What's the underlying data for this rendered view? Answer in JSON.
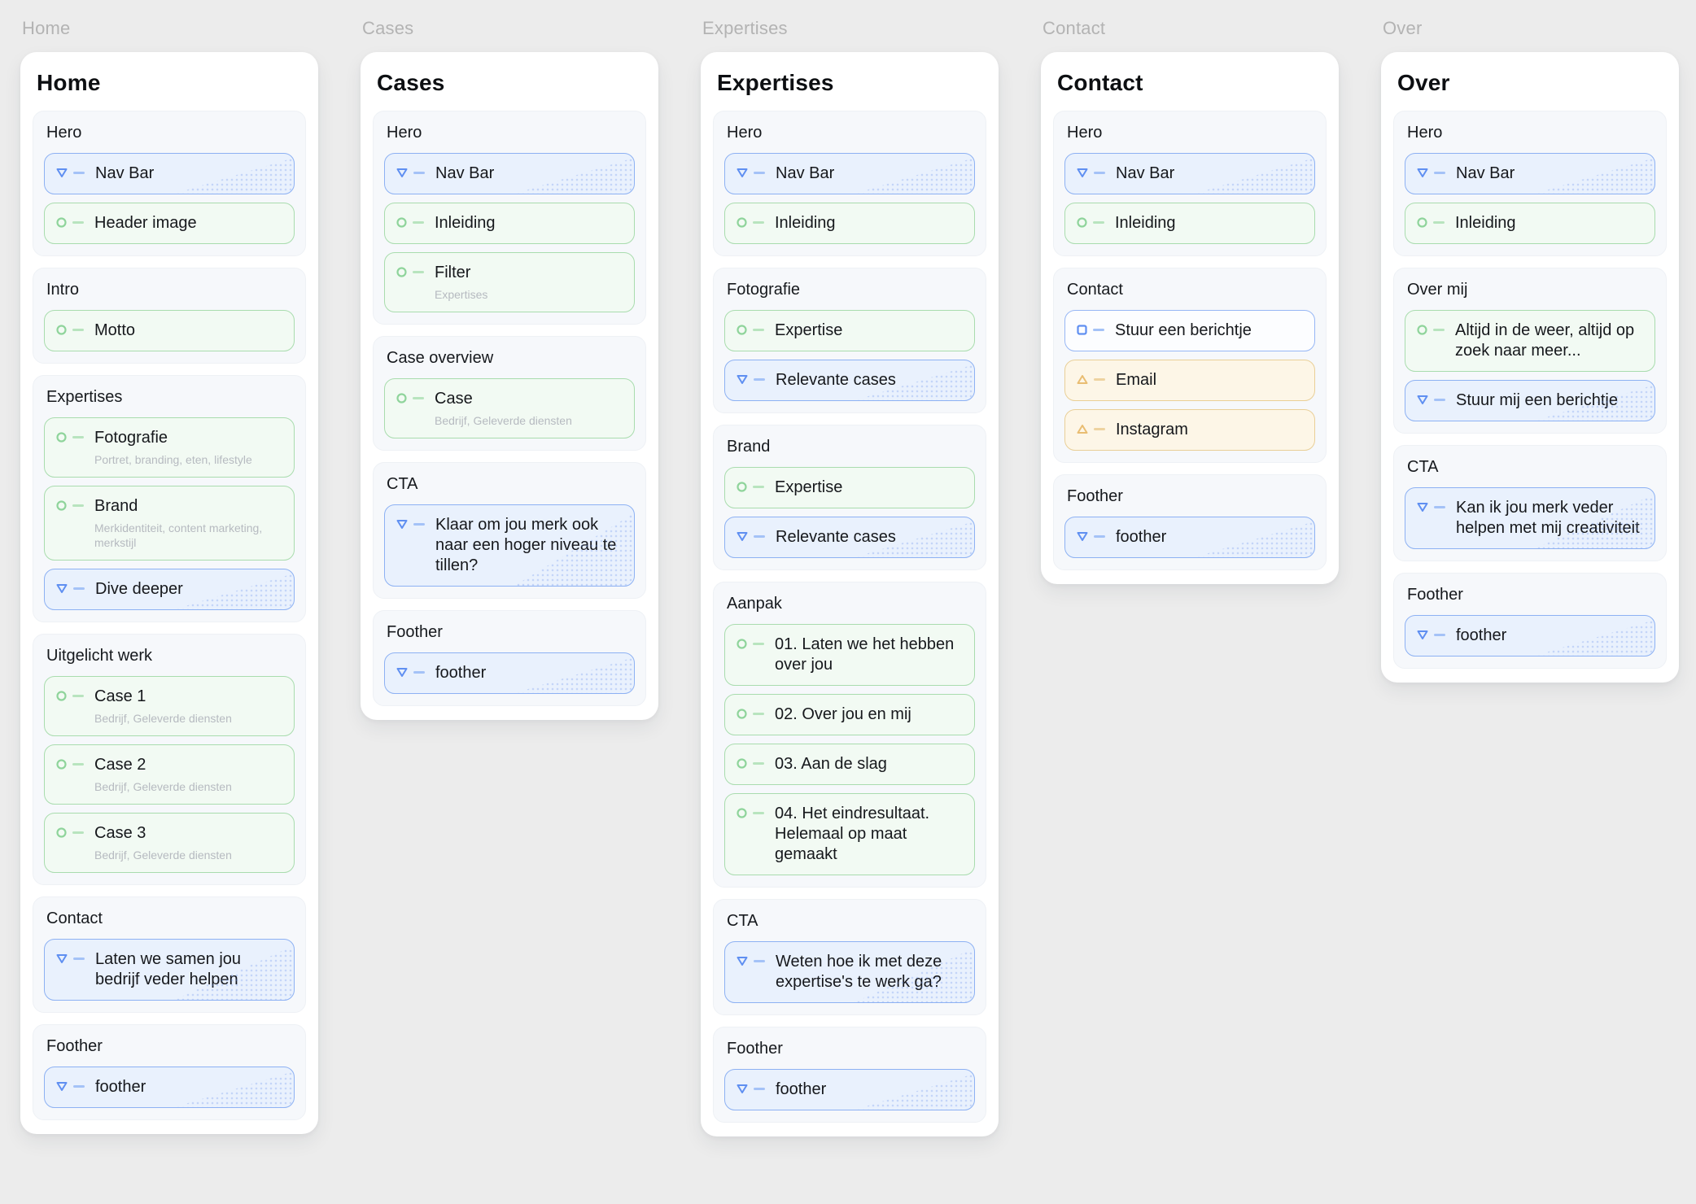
{
  "colors": {
    "page_background": "#ececec",
    "card_background": "#ffffff",
    "section_background": "#f6f8fb",
    "blue_border": "#8db1f3",
    "blue_fill": "#e9f1fd",
    "blue_icon": "#5f8ff1",
    "green_border": "#a9dcae",
    "green_fill": "#f2faf3",
    "green_icon": "#8fd49b",
    "orange_border": "#e9cf97",
    "orange_fill": "#fdf6e7",
    "orange_icon": "#e9bd72",
    "ghost_label_text": "#b3b3b3",
    "subtitle_text": "#b6bac0"
  },
  "columns": [
    {
      "id": "home",
      "ghost_label": "Home",
      "title": "Home",
      "sections": [
        {
          "label": "Hero",
          "items": [
            {
              "variant": "blue",
              "icon": "triangle-down",
              "text": "Nav Bar"
            },
            {
              "variant": "green",
              "icon": "circle",
              "text": "Header image"
            }
          ]
        },
        {
          "label": "Intro",
          "items": [
            {
              "variant": "green",
              "icon": "circle",
              "text": "Motto"
            }
          ]
        },
        {
          "label": "Expertises",
          "items": [
            {
              "variant": "green",
              "icon": "circle",
              "text": "Fotografie",
              "subtitle": "Portret, branding, eten, lifestyle"
            },
            {
              "variant": "green",
              "icon": "circle",
              "text": "Brand",
              "subtitle": "Merkidentiteit, content marketing, merkstijl"
            },
            {
              "variant": "blue",
              "icon": "triangle-down",
              "text": "Dive deeper"
            }
          ]
        },
        {
          "label": "Uitgelicht werk",
          "items": [
            {
              "variant": "green",
              "icon": "circle",
              "text": "Case 1",
              "subtitle": "Bedrijf, Geleverde diensten"
            },
            {
              "variant": "green",
              "icon": "circle",
              "text": "Case 2",
              "subtitle": "Bedrijf, Geleverde diensten"
            },
            {
              "variant": "green",
              "icon": "circle",
              "text": "Case 3",
              "subtitle": "Bedrijf, Geleverde diensten"
            }
          ]
        },
        {
          "label": "Contact",
          "items": [
            {
              "variant": "blue",
              "icon": "triangle-down",
              "text": "Laten we samen jou bedrijf veder helpen"
            }
          ]
        },
        {
          "label": "Foother",
          "items": [
            {
              "variant": "blue",
              "icon": "triangle-down",
              "text": "foother"
            }
          ]
        }
      ]
    },
    {
      "id": "cases",
      "ghost_label": "Cases",
      "title": "Cases",
      "sections": [
        {
          "label": "Hero",
          "items": [
            {
              "variant": "blue",
              "icon": "triangle-down",
              "text": "Nav Bar"
            },
            {
              "variant": "green",
              "icon": "circle",
              "text": "Inleiding"
            },
            {
              "variant": "green",
              "icon": "circle",
              "text": "Filter",
              "subtitle": "Expertises"
            }
          ]
        },
        {
          "label": "Case overview",
          "items": [
            {
              "variant": "green",
              "icon": "circle",
              "text": "Case",
              "subtitle": "Bedrijf, Geleverde diensten"
            }
          ]
        },
        {
          "label": "CTA",
          "items": [
            {
              "variant": "blue",
              "icon": "triangle-down",
              "text": "Klaar om jou merk ook naar een hoger niveau te tillen?"
            }
          ]
        },
        {
          "label": "Foother",
          "items": [
            {
              "variant": "blue",
              "icon": "triangle-down",
              "text": "foother"
            }
          ]
        }
      ]
    },
    {
      "id": "expertises",
      "ghost_label": "Expertises",
      "title": "Expertises",
      "sections": [
        {
          "label": "Hero",
          "items": [
            {
              "variant": "blue",
              "icon": "triangle-down",
              "text": "Nav Bar"
            },
            {
              "variant": "green",
              "icon": "circle",
              "text": "Inleiding"
            }
          ]
        },
        {
          "label": "Fotografie",
          "items": [
            {
              "variant": "green",
              "icon": "circle",
              "text": "Expertise"
            },
            {
              "variant": "blue",
              "icon": "triangle-down",
              "text": "Relevante cases"
            }
          ]
        },
        {
          "label": "Brand",
          "items": [
            {
              "variant": "green",
              "icon": "circle",
              "text": "Expertise"
            },
            {
              "variant": "blue",
              "icon": "triangle-down",
              "text": "Relevante cases"
            }
          ]
        },
        {
          "label": "Aanpak",
          "items": [
            {
              "variant": "green",
              "icon": "circle",
              "text": "01. Laten we het hebben over jou"
            },
            {
              "variant": "green",
              "icon": "circle",
              "text": "02. Over jou en mij"
            },
            {
              "variant": "green",
              "icon": "circle",
              "text": "03. Aan de slag"
            },
            {
              "variant": "green",
              "icon": "circle",
              "text": "04. Het eindresultaat. Helemaal op maat gemaakt"
            }
          ]
        },
        {
          "label": "CTA",
          "items": [
            {
              "variant": "blue",
              "icon": "triangle-down",
              "text": "Weten hoe ik met deze expertise's te werk ga?"
            }
          ]
        },
        {
          "label": "Foother",
          "items": [
            {
              "variant": "blue",
              "icon": "triangle-down",
              "text": "foother"
            }
          ]
        }
      ]
    },
    {
      "id": "contact",
      "ghost_label": "Contact",
      "title": "Contact",
      "sections": [
        {
          "label": "Hero",
          "items": [
            {
              "variant": "blue",
              "icon": "triangle-down",
              "text": "Nav Bar"
            },
            {
              "variant": "green",
              "icon": "circle",
              "text": "Inleiding"
            }
          ]
        },
        {
          "label": "Contact",
          "items": [
            {
              "variant": "blue-outline",
              "icon": "square",
              "text": "Stuur een berichtje"
            },
            {
              "variant": "orange",
              "icon": "triangle-up",
              "text": "Email"
            },
            {
              "variant": "orange",
              "icon": "triangle-up",
              "text": "Instagram"
            }
          ]
        },
        {
          "label": "Foother",
          "items": [
            {
              "variant": "blue",
              "icon": "triangle-down",
              "text": "foother"
            }
          ]
        }
      ]
    },
    {
      "id": "over",
      "ghost_label": "Over",
      "title": "Over",
      "sections": [
        {
          "label": "Hero",
          "items": [
            {
              "variant": "blue",
              "icon": "triangle-down",
              "text": "Nav Bar"
            },
            {
              "variant": "green",
              "icon": "circle",
              "text": "Inleiding"
            }
          ]
        },
        {
          "label": "Over mij",
          "items": [
            {
              "variant": "green",
              "icon": "circle",
              "text": "Altijd in de weer, altijd op zoek naar meer..."
            },
            {
              "variant": "blue",
              "icon": "triangle-down",
              "text": "Stuur mij een berichtje"
            }
          ]
        },
        {
          "label": "CTA",
          "items": [
            {
              "variant": "blue",
              "icon": "triangle-down",
              "text": "Kan ik jou merk veder helpen met mij creativiteit"
            }
          ]
        },
        {
          "label": "Foother",
          "items": [
            {
              "variant": "blue",
              "icon": "triangle-down",
              "text": "foother"
            }
          ]
        }
      ]
    }
  ]
}
